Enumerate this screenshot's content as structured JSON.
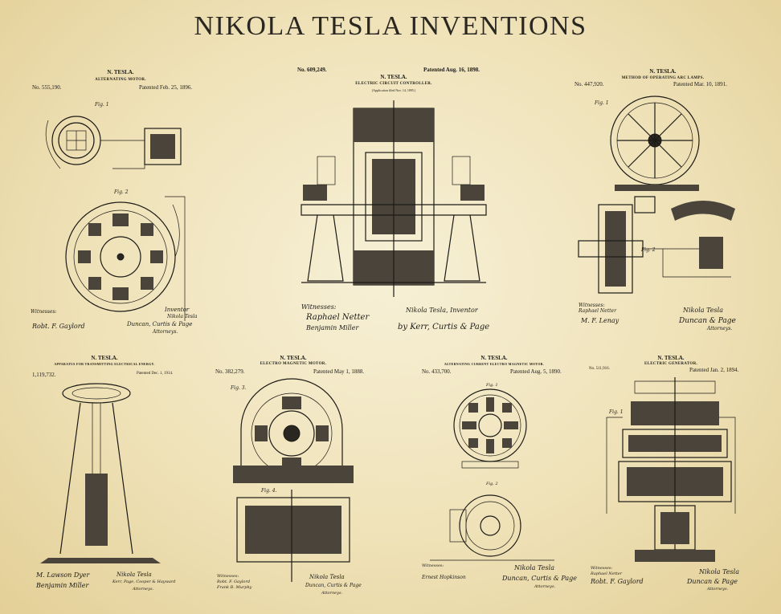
{
  "title": "NIKOLA TESLA INVENTIONS",
  "panels": [
    {
      "name": "N. TESLA.",
      "subtitle": "ALTERNATING MOTOR.",
      "number": "No. 555,190.",
      "patented": "Patented Feb. 25, 1896.",
      "fig_a": "Fig. 1",
      "fig_b": "Fig. 2",
      "witnesses": "Witnesses:",
      "witness_1": "Robt. F. Gaylord",
      "inventor": "Inventor",
      "inventor_sig": "Nikola Tesla",
      "attorneys": "Duncan, Curtis & Page",
      "attorneys_label": "Attorneys."
    },
    {
      "name": "N. TESLA.",
      "subtitle": "ELECTRIC CIRCUIT CONTROLLER.",
      "application": "(Application filed Nov. 14, 1895.)",
      "number": "No. 609,249.",
      "patented": "Patented Aug. 16, 1898.",
      "witnesses": "Witnesses:",
      "witness_1": "Raphael Netter",
      "witness_2": "Benjamin Miller",
      "inventor_sig": "Nikola Tesla, Inventor",
      "attorneys": "by Kerr, Curtis & Page"
    },
    {
      "name": "N. TESLA.",
      "subtitle": "METHOD OF OPERATING ARC LAMPS.",
      "number": "No. 447,920.",
      "patented": "Patented Mar. 10, 1891.",
      "fig_a": "Fig. 1",
      "fig_b": "Fig. 2",
      "witnesses": "Witnesses:",
      "witness_1": "Raphael Netter",
      "witness_2": "M. F. Lenay",
      "inventor_sig": "Nikola Tesla",
      "attorneys": "Duncan & Page",
      "attorneys_label": "Attorneys."
    },
    {
      "name": "N. TESLA.",
      "subtitle": "APPARATUS FOR TRANSMITTING ELECTRICAL ENERGY.",
      "number": "1,119,732.",
      "patented": "Patented Dec. 1, 1914.",
      "witness_1": "M. Lawson Dyer",
      "witness_2": "Benjamin Miller",
      "inventor_sig": "Nikola Tesla",
      "attorneys": "Kerr, Page, Cooper & Hayward",
      "attorneys_label": "Attorneys."
    },
    {
      "name": "N. TESLA.",
      "subtitle": "ELECTRO MAGNETIC MOTOR.",
      "number": "No. 382,279.",
      "patented": "Patented May 1, 1888.",
      "fig_a": "Fig. 3.",
      "fig_b": "Fig. 4.",
      "witnesses": "Witnesses:",
      "witness_1": "Robt. F. Gaylord",
      "witness_2": "Frank B. Murphy",
      "inventor_sig": "Nikola Tesla",
      "attorneys": "Duncan, Curtis & Page",
      "attorneys_label": "Attorneys."
    },
    {
      "name": "N. TESLA.",
      "subtitle": "ALTERNATING CURRENT ELECTRO MAGNETIC MOTOR.",
      "number": "No. 433,700.",
      "patented": "Patented Aug. 5, 1890.",
      "fig_a": "Fig. 1",
      "fig_b": "Fig. 2",
      "witnesses": "Witnesses:",
      "witness_1": "Ernest Hopkinson",
      "inventor_sig": "Nikola Tesla",
      "attorneys": "Duncan, Curtis & Page",
      "attorneys_label": "Attorneys."
    },
    {
      "name": "N. TESLA.",
      "subtitle": "ELECTRIC GENERATOR.",
      "number": "No. 511,916.",
      "patented": "Patented Jan. 2, 1894.",
      "fig_a": "Fig. 1",
      "witnesses": "Witnesses:",
      "witness_1": "Raphael Netter",
      "witness_2": "Robt. F. Gaylord",
      "inventor_sig": "Nikola Tesla",
      "attorneys": "Duncan & Page",
      "attorneys_label": "Attorneys."
    }
  ],
  "colors": {
    "paper": "#f2e7c3",
    "ink": "#1c1a16",
    "edge": "#e3cf97"
  }
}
